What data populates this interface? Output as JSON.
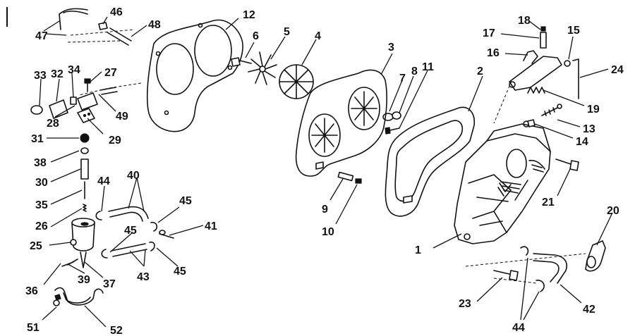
{
  "diagram": {
    "type": "exploded-parts-diagram",
    "callouts": [
      "1",
      "2",
      "3",
      "4",
      "5",
      "6",
      "7",
      "8",
      "9",
      "10",
      "11",
      "12",
      "13",
      "14",
      "15",
      "16",
      "17",
      "18",
      "19",
      "20",
      "21",
      "23",
      "24",
      "25",
      "26",
      "27",
      "28",
      "29",
      "30",
      "31",
      "32",
      "33",
      "34",
      "35",
      "36",
      "37",
      "38",
      "39",
      "40",
      "41",
      "42",
      "43",
      "44",
      "45",
      "46",
      "47",
      "48",
      "49",
      "51",
      "52"
    ],
    "repeat_callouts": {
      "44": 2,
      "45": 3
    }
  }
}
